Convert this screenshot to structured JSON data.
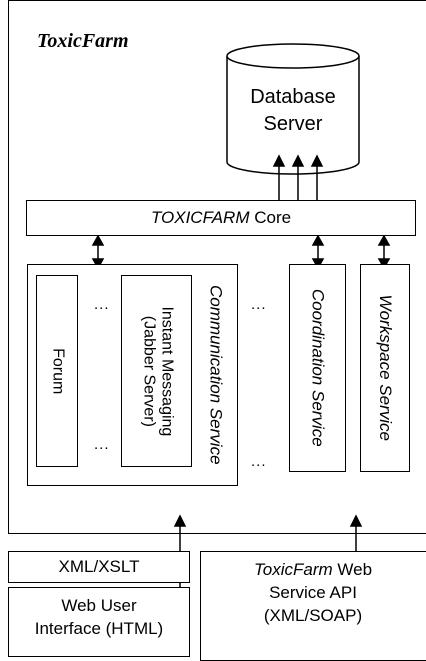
{
  "title": "ToxicFarm",
  "database": {
    "line1": "Database",
    "line2": "Server"
  },
  "core": {
    "prefix": "TOXICFARM",
    "suffix": " Core"
  },
  "communication": {
    "label": "Communication Service",
    "forum": "Forum",
    "im_line1": "Instant Messaging",
    "im_line2": "(Jabber Server)"
  },
  "coordination": "Coordination Service",
  "workspace": "Workspace Service",
  "ellipsis": "...",
  "xml": "XML/XSLT",
  "webui": {
    "line1": "Web User",
    "line2": "Interface (HTML)"
  },
  "webservice": {
    "prefix": "ToxicFarm",
    "suffix": " Web",
    "line2": "Service API",
    "line3": "(XML/SOAP)"
  }
}
